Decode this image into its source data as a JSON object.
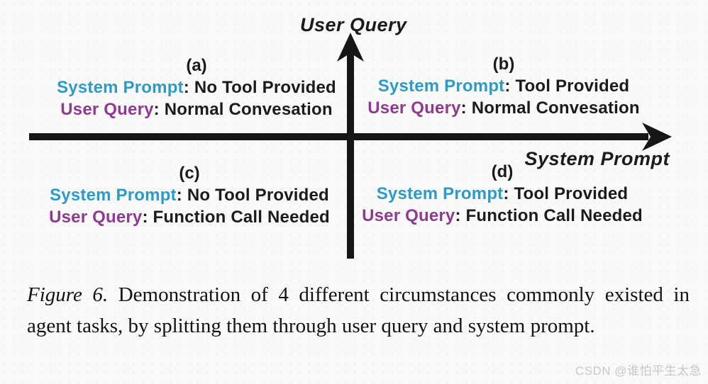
{
  "figure": {
    "axes": {
      "y_label": "User Query",
      "x_label": "System Prompt"
    },
    "keys": {
      "system_prompt": "System Prompt",
      "user_query": "User Query",
      "colon": ": "
    },
    "quadrants": [
      {
        "id": "(a)",
        "system_prompt": "No Tool Provided",
        "user_query": "Normal Convesation"
      },
      {
        "id": "(b)",
        "system_prompt": "Tool Provided",
        "user_query": "Normal Convesation"
      },
      {
        "id": "(c)",
        "system_prompt": "No Tool Provided",
        "user_query": "Function Call Needed"
      },
      {
        "id": "(d)",
        "system_prompt": "Tool Provided",
        "user_query": "Function Call Needed"
      }
    ],
    "colors": {
      "system_prompt_key": "#2e9ac6",
      "user_query_key": "#8f3a92",
      "ink": "#1b1b1b"
    }
  },
  "caption": {
    "figure_label": "Figure 6.",
    "text": "Demonstration of 4 different circumstances commonly existed in agent tasks, by splitting them through user query and system prompt."
  },
  "watermark": "CSDN @谁怕平生太急"
}
